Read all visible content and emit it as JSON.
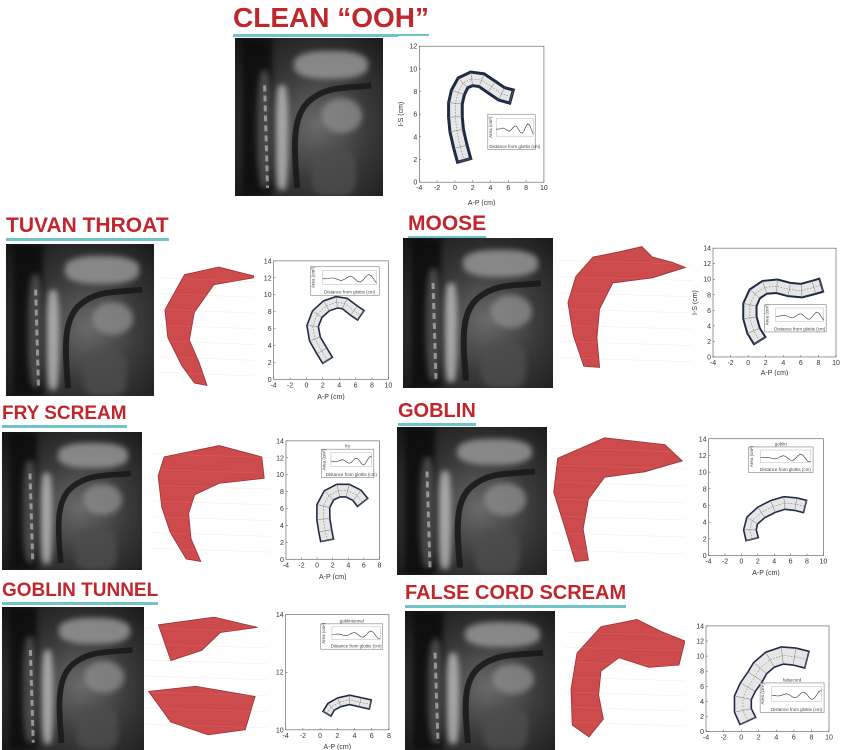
{
  "panels": [
    {
      "id": "clean",
      "title": "CLEAN “OOH”",
      "has_model": false,
      "plot_title": "",
      "x_label": "A-P (cm)",
      "y_label": "I-S (cm)",
      "x_ticks": [
        "-4",
        "-2",
        "0",
        "2",
        "4",
        "6",
        "8",
        "10"
      ],
      "y_ticks": [
        "0",
        "2",
        "4",
        "6",
        "8",
        "10",
        "12"
      ],
      "inset_x_label": "Distance from glottis (cm)",
      "inset_y_label": "Area (cm²)"
    },
    {
      "id": "tuvan",
      "title": "TUVAN THROAT",
      "has_model": true,
      "plot_title": "",
      "x_label": "A-P (cm)",
      "y_label": "",
      "x_ticks": [
        "-4",
        "-2",
        "0",
        "2",
        "4",
        "6",
        "8",
        "10"
      ],
      "y_ticks": [
        "0",
        "2",
        "4",
        "6",
        "8",
        "10",
        "12",
        "14"
      ],
      "inset_x_label": "Distance from glottis (cm)",
      "inset_y_label": "Area (cm²)"
    },
    {
      "id": "moose",
      "title": "MOOSE",
      "has_model": true,
      "plot_title": "",
      "x_label": "A-P (cm)",
      "y_label": "I-S (cm)",
      "x_ticks": [
        "-4",
        "-2",
        "0",
        "2",
        "4",
        "6",
        "8",
        "10"
      ],
      "y_ticks": [
        "0",
        "2",
        "4",
        "6",
        "8",
        "10",
        "12",
        "14"
      ],
      "inset_x_label": "Distance from glottis (cm)",
      "inset_y_label": "Area (cm²)"
    },
    {
      "id": "fry",
      "title": "FRY SCREAM",
      "has_model": true,
      "plot_title": "fry",
      "x_label": "A-P (cm)",
      "y_label": "",
      "x_ticks": [
        "-4",
        "-2",
        "0",
        "2",
        "4",
        "6",
        "8"
      ],
      "y_ticks": [
        "0",
        "2",
        "4",
        "6",
        "8",
        "10",
        "12",
        "14"
      ],
      "inset_x_label": "Distance from glottis (cm)",
      "inset_y_label": "Area (cm²)"
    },
    {
      "id": "goblin",
      "title": "GOBLIN",
      "has_model": true,
      "plot_title": "goblin",
      "x_label": "A-P (cm)",
      "y_label": "",
      "x_ticks": [
        "-4",
        "-2",
        "0",
        "2",
        "4",
        "6",
        "8",
        "10"
      ],
      "y_ticks": [
        "0",
        "2",
        "4",
        "6",
        "8",
        "10",
        "12",
        "14"
      ],
      "inset_x_label": "Distance from glottis (cm)",
      "inset_y_label": "Area (cm²)"
    },
    {
      "id": "tunnel",
      "title": "GOBLIN TUNNEL",
      "has_model": true,
      "plot_title": "goblintunnel",
      "x_label": "A-P (cm)",
      "y_label": "",
      "x_ticks": [
        "-4",
        "-2",
        "0",
        "2",
        "4",
        "6",
        "8"
      ],
      "y_ticks": [
        "10",
        "12",
        "14"
      ],
      "inset_x_label": "Distance from glottis (cm)",
      "inset_y_label": "Area (cm²)"
    },
    {
      "id": "falsecord",
      "title": "FALSE CORD SCREAM",
      "has_model": true,
      "plot_title": "falsecord",
      "x_label": "",
      "y_label": "",
      "x_ticks": [
        "-4",
        "-2",
        "0",
        "2",
        "4",
        "6",
        "8",
        "10"
      ],
      "y_ticks": [
        "0",
        "2",
        "4",
        "6",
        "8",
        "10",
        "12",
        "14"
      ],
      "inset_x_label": "Distance from glottis (cm)",
      "inset_y_label": "Area (cm²)"
    }
  ],
  "colors": {
    "title": "#c0272d",
    "underline": "#6fc3c9",
    "model": "#c8383a",
    "outline": "#1f2a44"
  }
}
